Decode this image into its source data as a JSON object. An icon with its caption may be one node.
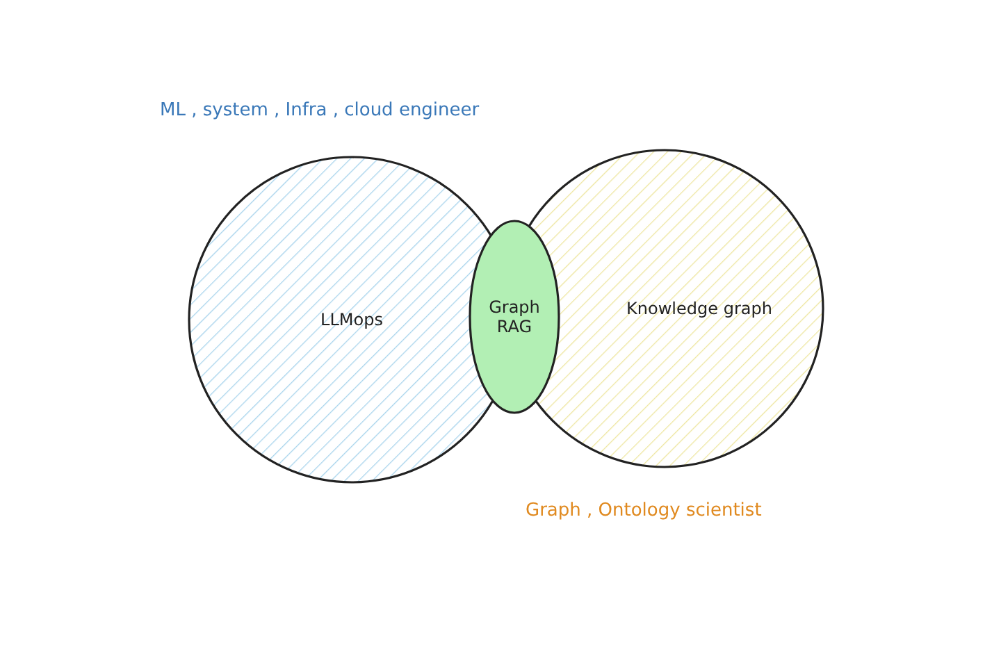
{
  "diagram": {
    "nodes": [
      {
        "text": [
          "LLMops"
        ]
      },
      {
        "text": [
          "Knowledge graph"
        ]
      },
      {
        "text": [
          "Graph RAG"
        ]
      }
    ],
    "labels": [
      "ML , system , Infra , cloud engineer",
      "Graph , Ontology scientist"
    ]
  }
}
